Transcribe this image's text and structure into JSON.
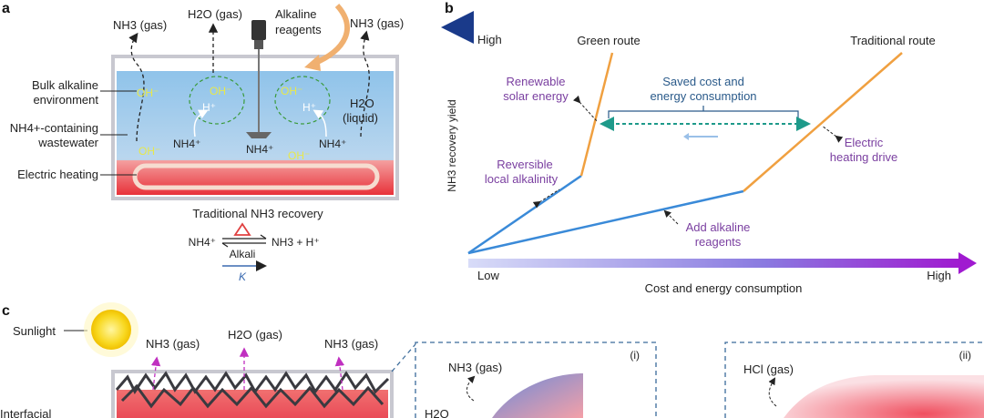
{
  "panel_a": {
    "letter": "a",
    "top_labels": {
      "nh3_left": "NH3 (gas)",
      "h2o": "H2O (gas)",
      "alkaline": "Alkaline",
      "reagents": "reagents",
      "nh3_right": "NH3 (gas)"
    },
    "side_labels": {
      "bulk1": "Bulk alkaline",
      "bulk2": "environment",
      "nh4_1": "NH4+-containing",
      "nh4_2": "wastewater",
      "heat": "Electric heating"
    },
    "inner": {
      "oh": "OH⁻",
      "hplus": "H⁺",
      "nh4": "NH4⁺",
      "h2o_liq1": "H2O",
      "h2o_liq2": "(liquid)"
    },
    "caption": "Traditional NH3 recovery",
    "equation_left": "NH4⁺",
    "equation_right": "NH3 + H⁺",
    "equation_mid": "Alkali",
    "k": "K"
  },
  "panel_b": {
    "letter": "b",
    "y_high": "High",
    "y_label": "NH3 recovery yield",
    "x_low": "Low",
    "x_high": "High",
    "x_label": "Cost and energy consumption",
    "green_route": "Green route",
    "traditional_route": "Traditional route",
    "renewable1": "Renewable",
    "renewable2": "solar energy",
    "saved1": "Saved cost and",
    "saved2": "energy consumption",
    "reversible1": "Reversible",
    "reversible2": "local alkalinity",
    "electric1": "Electric",
    "electric2": "heating drive",
    "add1": "Add alkaline",
    "add2": "reagents"
  },
  "panel_c": {
    "letter": "c",
    "sunlight": "Sunlight",
    "nh3_left": "NH3 (gas)",
    "h2o": "H2O (gas)",
    "nh3_right": "NH3 (gas)",
    "interfacial": "Interfacial",
    "i_label": "(i)",
    "i_nh3": "NH3 (gas)",
    "i_h2o": "H2O",
    "ii_label": "(ii)",
    "ii_hcl": "HCl (gas)"
  },
  "colors": {
    "orange": "#f0a040",
    "blue": "#3a8ad8",
    "purple_text": "#7a3fa0",
    "teal_dash": "#1e9a8a"
  }
}
